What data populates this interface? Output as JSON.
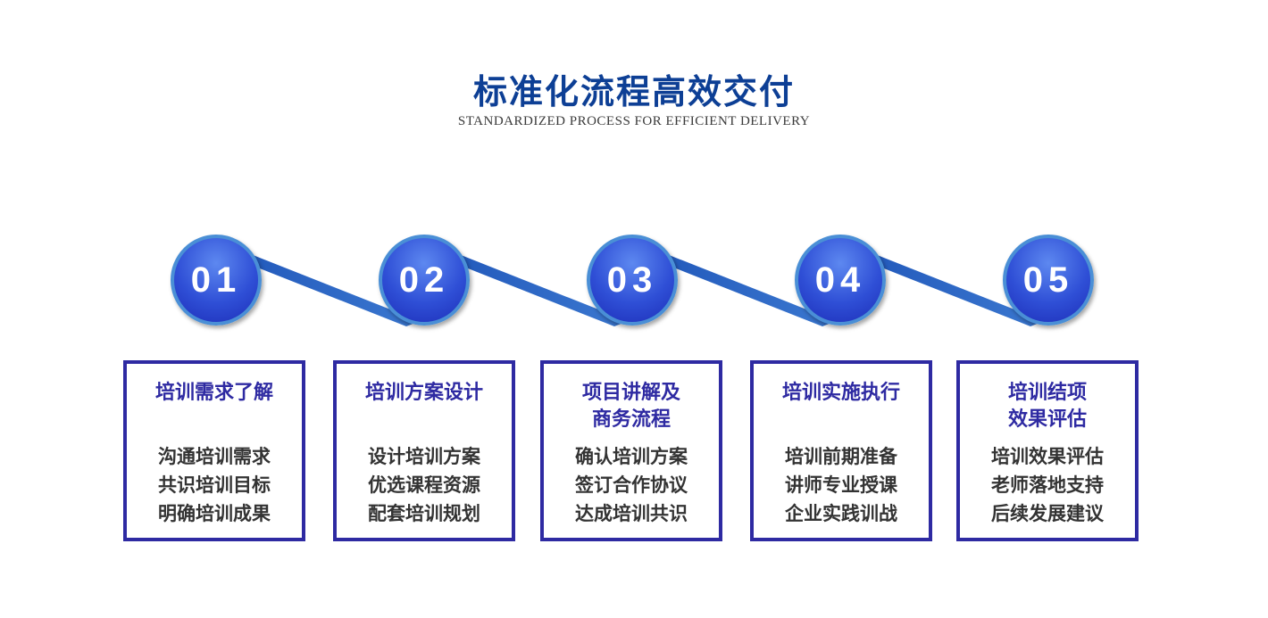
{
  "header": {
    "title": "标准化流程高效交付",
    "subtitle": "STANDARDIZED PROCESS FOR EFFICIENT DELIVERY"
  },
  "colors": {
    "title": "#0d3f95",
    "circle": "#2f4fd6",
    "connector": "#2f66c4",
    "card_border": "#2e2aa2",
    "card_title": "#2e2aa2",
    "card_text": "#333333"
  },
  "steps": [
    {
      "number": "01",
      "title": "培训需求了解",
      "items": [
        "沟通培训需求",
        "共识培训目标",
        "明确培训成果"
      ]
    },
    {
      "number": "02",
      "title": "培训方案设计",
      "items": [
        "设计培训方案",
        "优选课程资源",
        "配套培训规划"
      ]
    },
    {
      "number": "03",
      "title": "项目讲解及\n商务流程",
      "items": [
        "确认培训方案",
        "签订合作协议",
        "达成培训共识"
      ]
    },
    {
      "number": "04",
      "title": "培训实施执行",
      "items": [
        "培训前期准备",
        "讲师专业授课",
        "企业实践训战"
      ]
    },
    {
      "number": "05",
      "title": "培训结项\n效果评估",
      "items": [
        "培训效果评估",
        "老师落地支持",
        "后续发展建议"
      ]
    }
  ]
}
